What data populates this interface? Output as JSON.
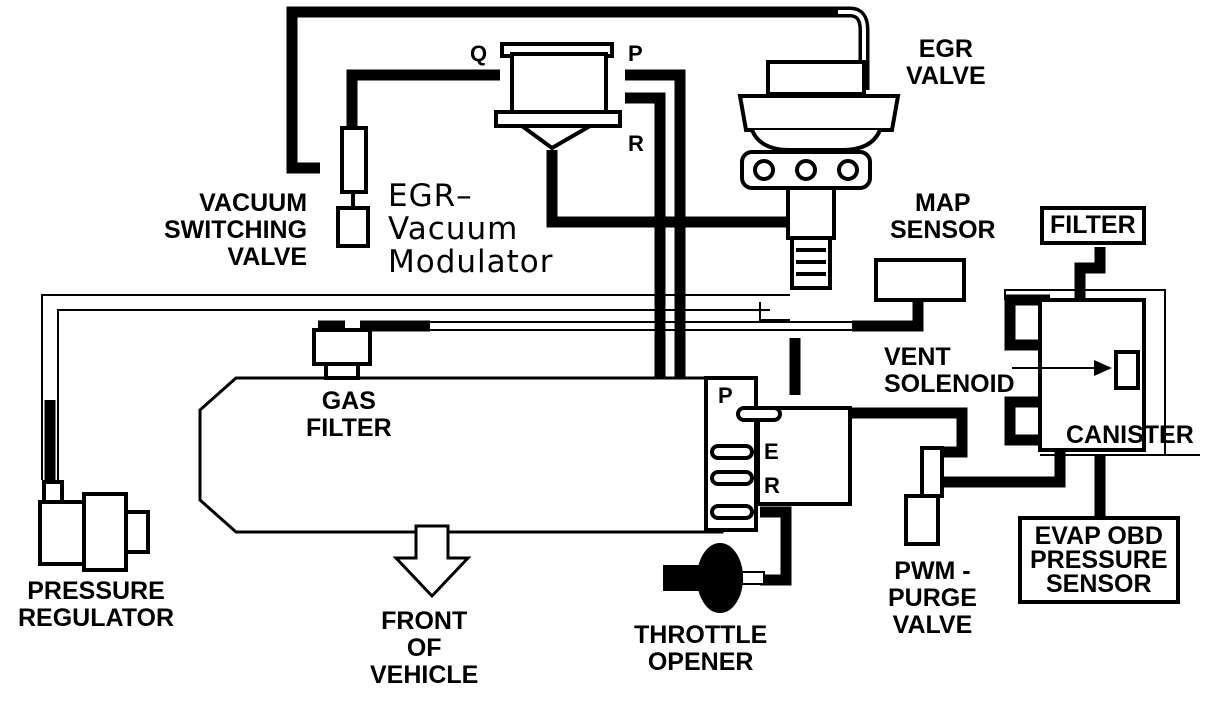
{
  "labels": {
    "egr_valve": [
      "EGR",
      "VALVE"
    ],
    "vacuum_switching_valve": [
      "VACUUM",
      "SWITCHING",
      "VALVE"
    ],
    "egr_vacuum_modulator": [
      "EGR–",
      "Vacuum",
      "Modulator"
    ],
    "map_sensor": [
      "MAP",
      "SENSOR"
    ],
    "filter": "FILTER",
    "vent_solenoid": [
      "VENT",
      "SOLENOID"
    ],
    "canister": "CANISTER",
    "gas_filter": [
      "GAS",
      "FILTER"
    ],
    "pressure_regulator": [
      "PRESSURE",
      "REGULATOR"
    ],
    "front_of_vehicle": [
      "FRONT",
      "OF",
      "VEHICLE"
    ],
    "throttle_opener": [
      "THROTTLE",
      "OPENER"
    ],
    "pwm_purge_valve": [
      "PWM -",
      "PURGE",
      "VALVE"
    ],
    "evap_obd_pressure_sensor": [
      "EVAP OBD",
      "PRESSURE",
      "SENSOR"
    ]
  },
  "ports": {
    "modulator_q": "Q",
    "modulator_p": "P",
    "modulator_r": "R",
    "tvv_p": "P",
    "tvv_e": "E",
    "tvv_r": "R"
  }
}
